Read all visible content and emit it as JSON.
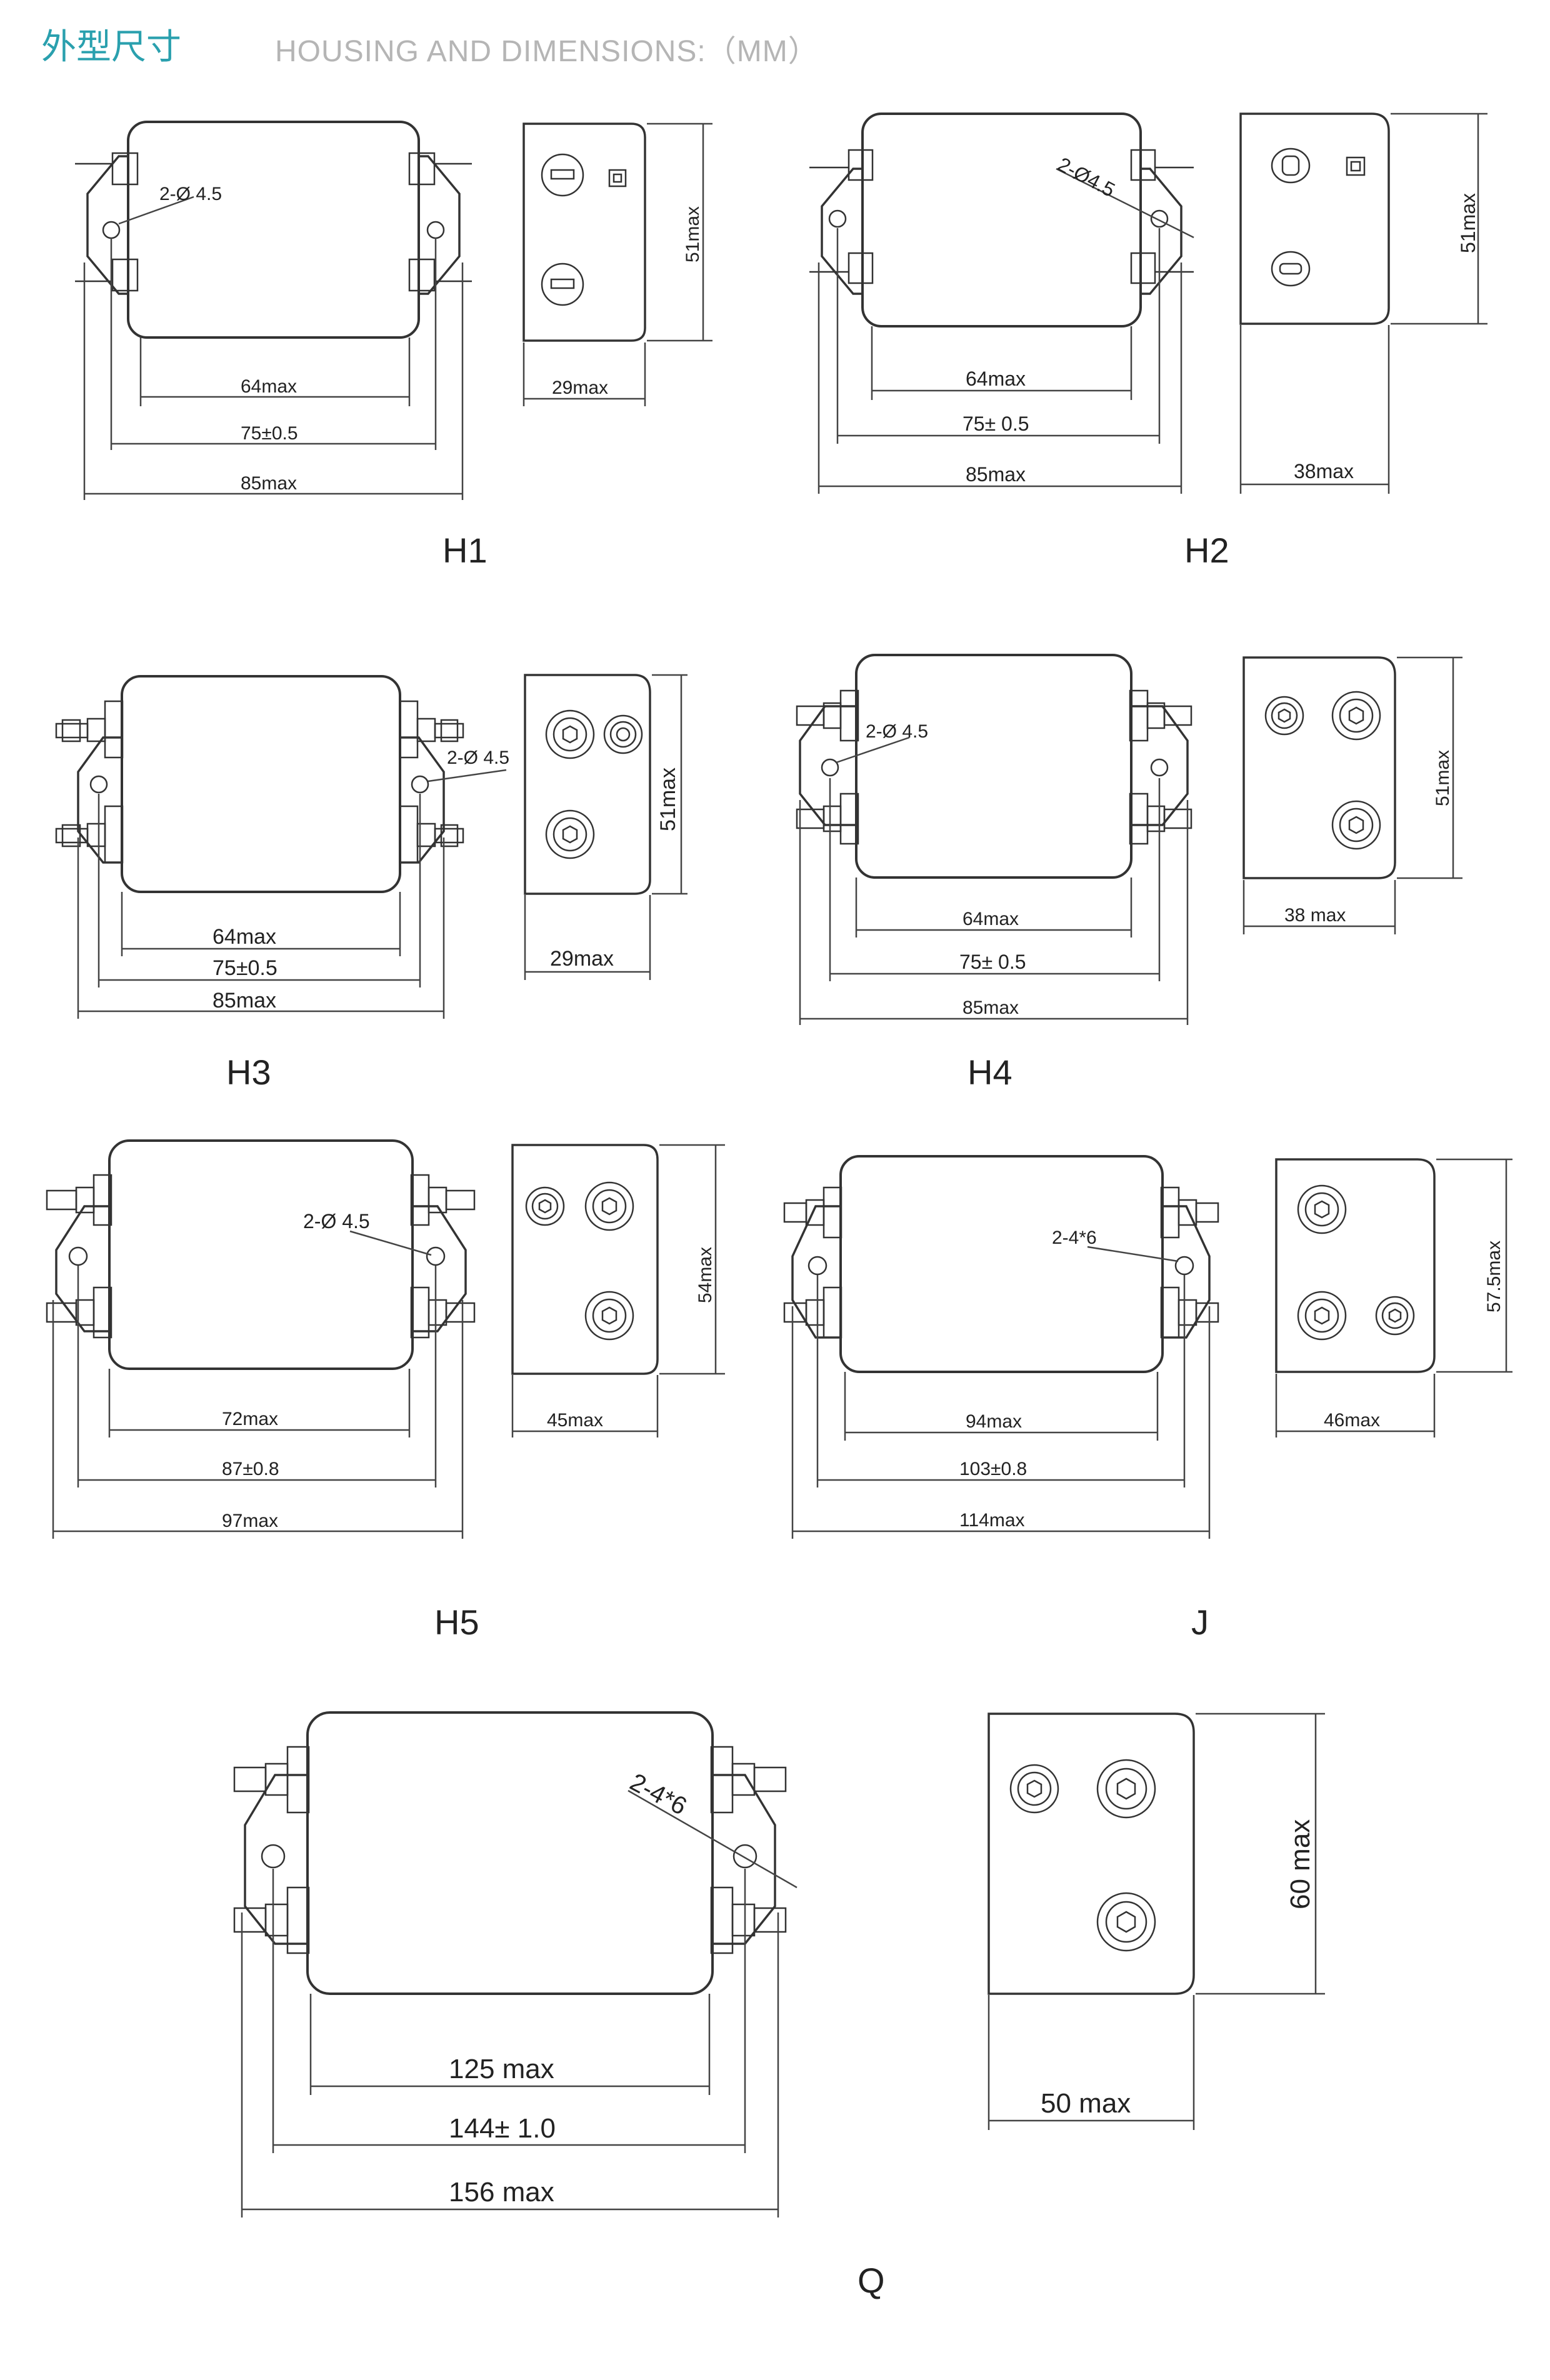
{
  "header": {
    "title_cn": "外型尺寸",
    "title_en": "HOUSING AND DIMENSIONS:（MM）"
  },
  "views": [
    {
      "id": "H1",
      "caption": "H1",
      "hole": "2-Ø 4.5",
      "dims": [
        "64max",
        "75±0.5",
        "85max"
      ],
      "side_width": "29max",
      "height": "51max"
    },
    {
      "id": "H2",
      "caption": "H2",
      "hole": "2-Ø4.5",
      "dims": [
        "64max",
        "75± 0.5",
        "85max"
      ],
      "side_width": "38max",
      "height": "51max"
    },
    {
      "id": "H3",
      "caption": "H3",
      "hole": "2-Ø 4.5",
      "dims": [
        "64max",
        "75±0.5",
        "85max"
      ],
      "side_width": "29max",
      "height": "51max"
    },
    {
      "id": "H4",
      "caption": "H4",
      "hole": "2-Ø 4.5",
      "dims": [
        "64max",
        "75± 0.5",
        "85max"
      ],
      "side_width": "38 max",
      "height": "51max"
    },
    {
      "id": "H5",
      "caption": "H5",
      "hole": "2-Ø 4.5",
      "dims": [
        "72max",
        "87±0.8",
        "97max"
      ],
      "side_width": "45max",
      "height": "54max"
    },
    {
      "id": "J",
      "caption": "J",
      "hole": "2-4*6",
      "dims": [
        "94max",
        "103±0.8",
        "114max"
      ],
      "side_width": "46max",
      "height": "57.5max"
    },
    {
      "id": "Q",
      "caption": "Q",
      "hole": "2-4*6",
      "dims": [
        "125 max",
        "144± 1.0",
        "156 max"
      ],
      "side_width": "50 max",
      "height": "60 max"
    }
  ]
}
